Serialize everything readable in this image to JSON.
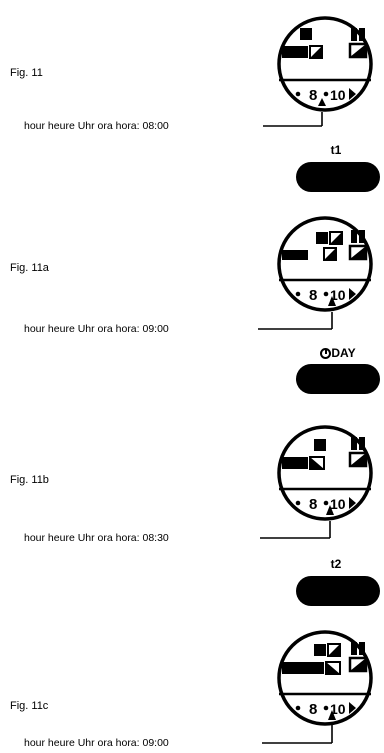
{
  "figures": [
    {
      "label": "Fig. 11",
      "caption": "hour heure Uhr ora hora: 08:00",
      "digits": "8",
      "digits2": "10"
    },
    {
      "label": "Fig. 11a",
      "caption": "hour heure Uhr ora hora: 09:00",
      "digits": "8",
      "digits2": "10"
    },
    {
      "label": "Fig. 11b",
      "caption": "hour heure Uhr ora hora: 08:30",
      "digits": "8",
      "digits2": "10"
    },
    {
      "label": "Fig. 11c",
      "caption": "hour heure Uhr ora hora: 09:00",
      "digits": "8",
      "digits2": "10"
    }
  ],
  "buttons": [
    {
      "label": "t1"
    },
    {
      "label": "DAY"
    },
    {
      "label": "t2"
    }
  ],
  "icons": {
    "day_icon": "clock-icon"
  }
}
